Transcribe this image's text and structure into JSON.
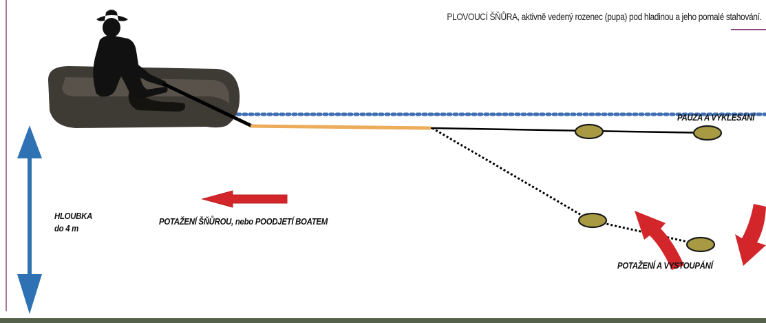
{
  "caption": "PLOVOUCÍ ŠŇŮRA, aktivně vedený rozenec (pupa) pod hladinou a jeho pomalé stahování.",
  "labels": {
    "pause_sink": "PAUZA A VYKLESÁNÍ",
    "pull_line": "POTAŽENÍ ŠŇŮROU, nebo POODJETÍ BOATEM",
    "depth_line1": "HLOUBKA",
    "depth_line2": "do 4 m",
    "pull_rise": "POTAŽENÍ A VYSTOUPÁNÍ"
  },
  "colors": {
    "surface_dots": "#3f6fb2",
    "fly_line": "#ecac5a",
    "lure": "#a79a43",
    "red_arrow": "#d3262b",
    "depth_arrow": "#2f72b4",
    "boat_silhouette": "#111111",
    "bottom_line": "#55614a",
    "frame_rule": "#a7799f"
  },
  "icons": {
    "angler": "angler-in-belly-boat-icon",
    "lure": "pupa-lure-icon"
  }
}
